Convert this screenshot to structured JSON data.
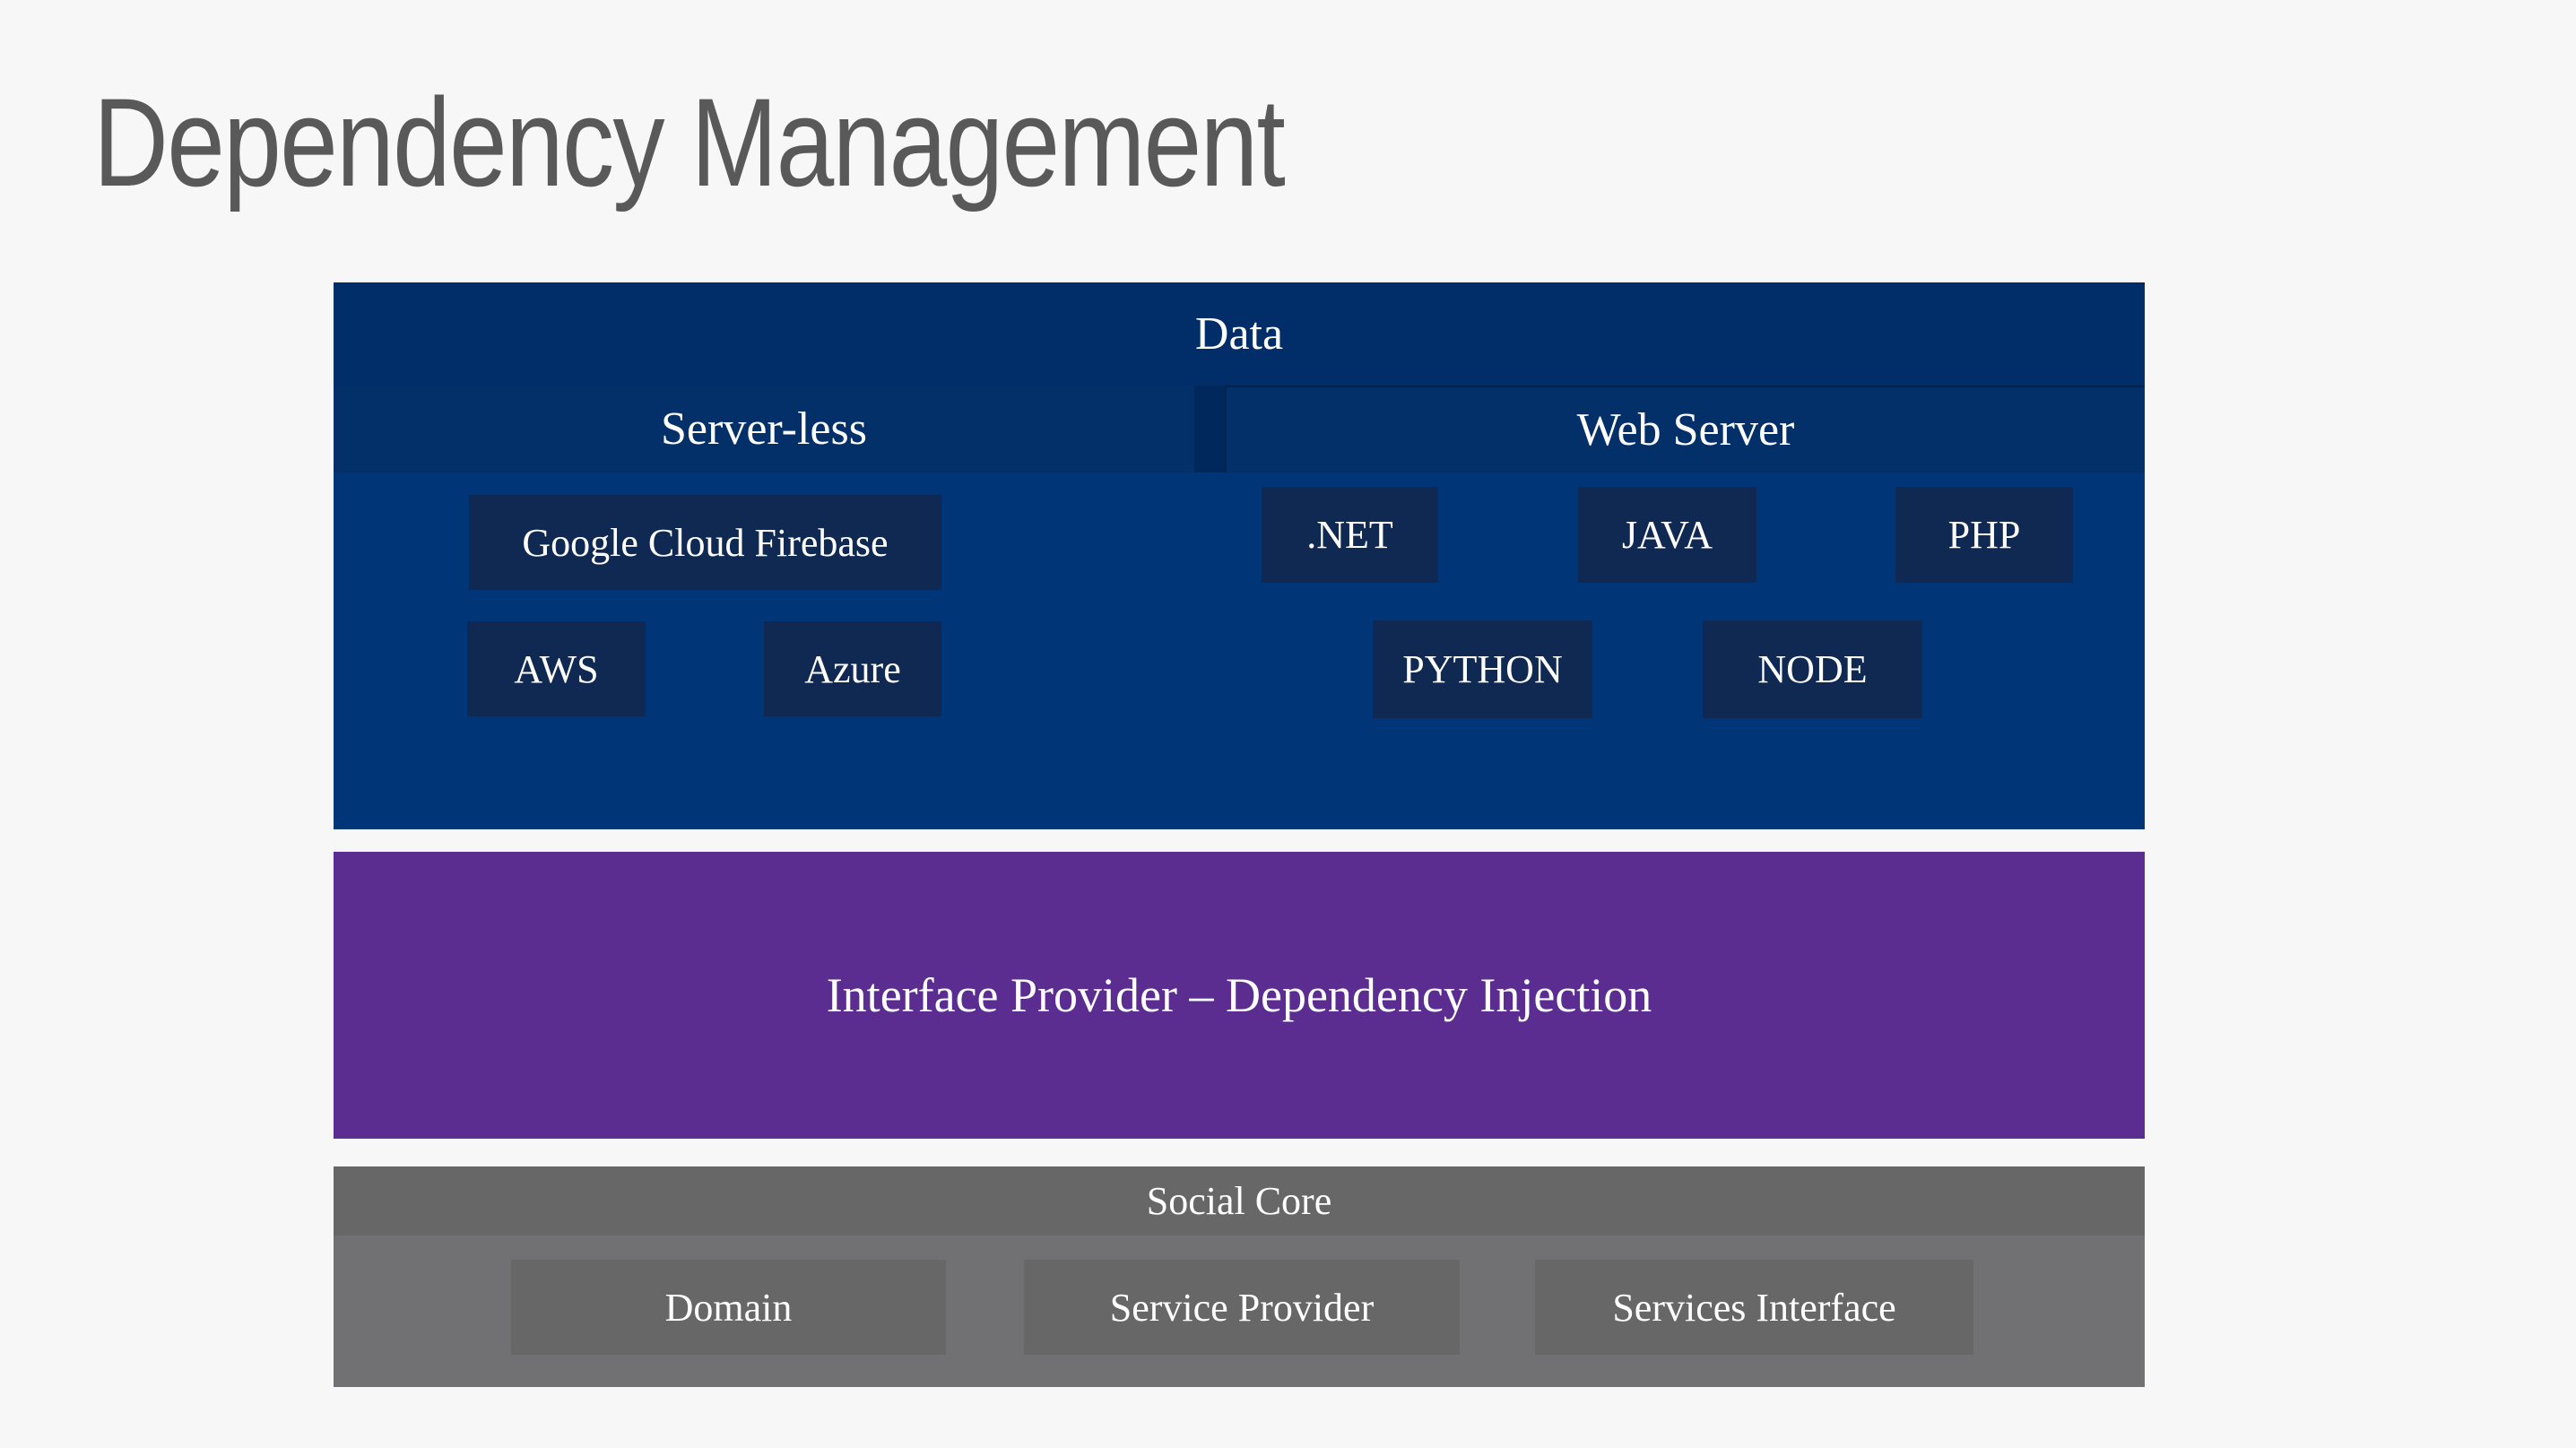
{
  "title": "Dependency Management",
  "colors": {
    "background": "#f7f7f7",
    "title_text": "#595959",
    "data_header_navy": "#012d68",
    "data_body_navy": "#003577",
    "data_box_navy": "#0f2952",
    "interface_purple": "#5b2d90",
    "social_header_gray": "#676767",
    "social_body_gray": "#717173",
    "label_text": "#ffffff"
  },
  "data_layer": {
    "title": "Data",
    "sections": [
      {
        "label": "Server-less",
        "items": [
          "Google Cloud Firebase",
          "AWS",
          "Azure"
        ]
      },
      {
        "label": "Web Server",
        "items": [
          ".NET",
          "JAVA",
          "PHP",
          "PYTHON",
          "NODE"
        ]
      }
    ]
  },
  "interface_layer": {
    "label": "Interface Provider – Dependency Injection"
  },
  "social_layer": {
    "title": "Social Core",
    "items": [
      "Domain",
      "Service Provider",
      "Services Interface"
    ]
  }
}
